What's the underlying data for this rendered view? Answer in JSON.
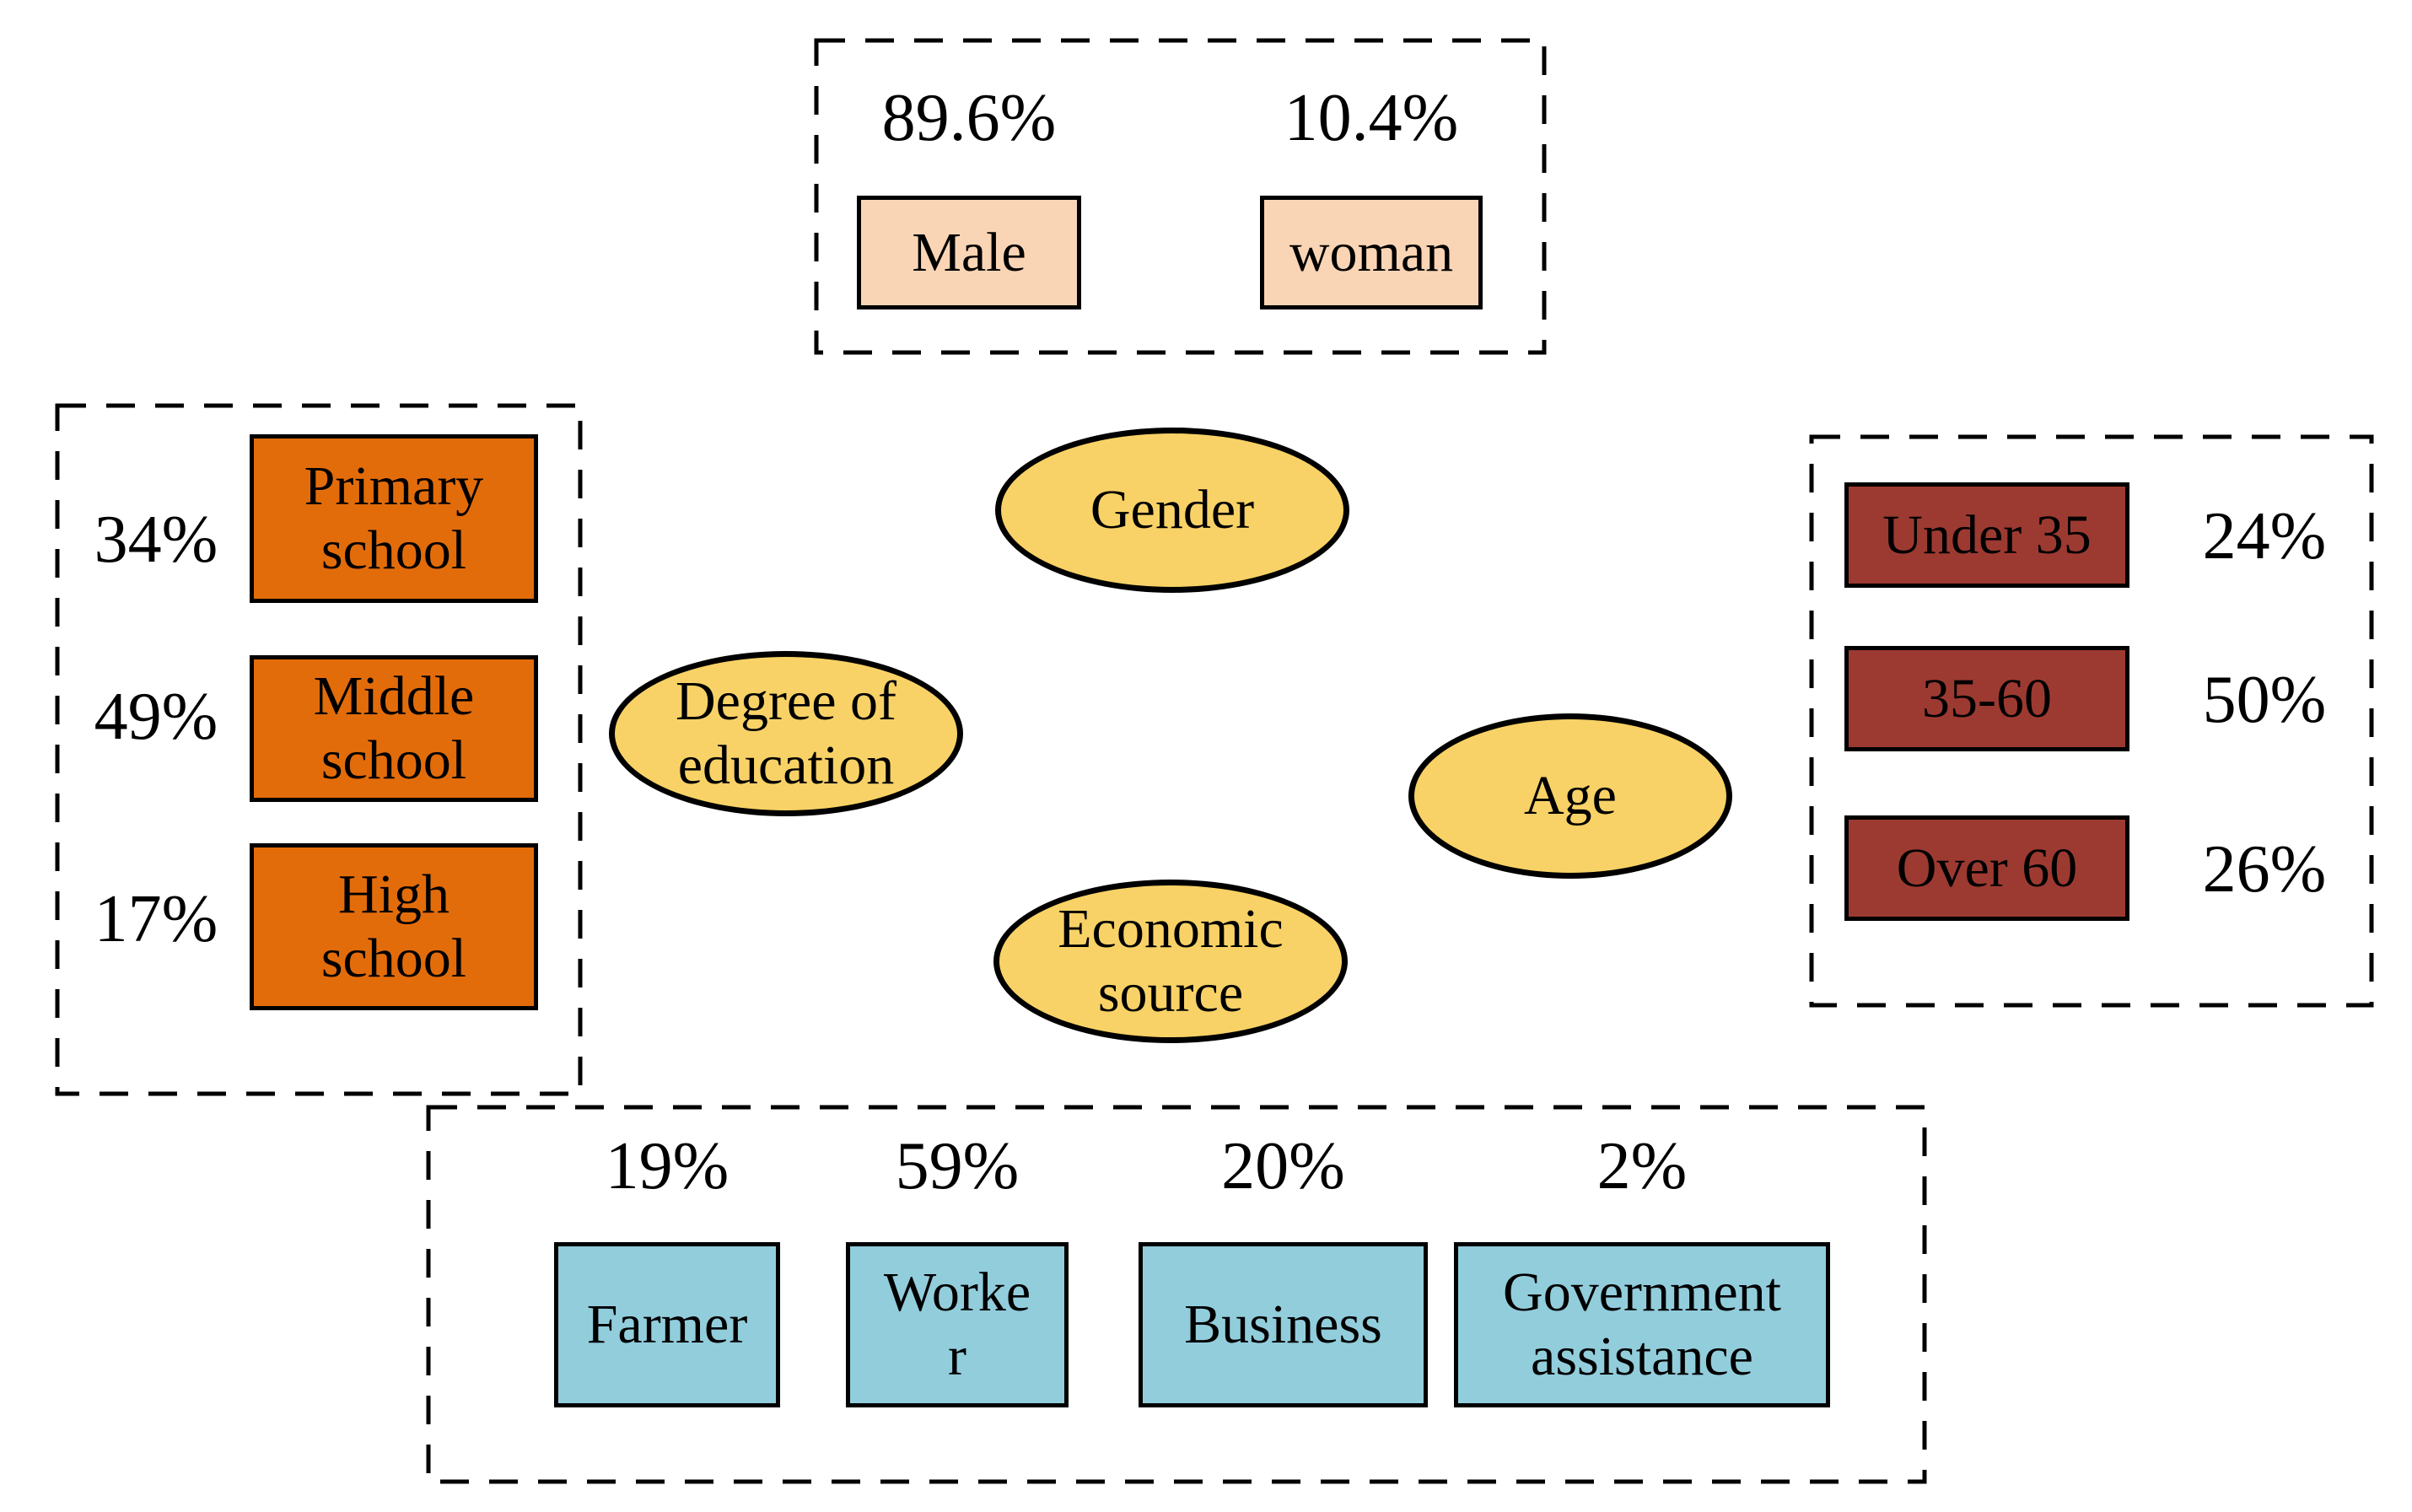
{
  "colors": {
    "background": "#FFFFFF",
    "border": "#000000",
    "ellipse_fill": "#F8D266",
    "gender_box_fill": "#FAD5B5",
    "education_box_fill": "#E36C0A",
    "age_box_fill": "#9C3A31",
    "economic_box_fill": "#92CDDC"
  },
  "ellipses": {
    "gender": "Gender",
    "education": "Degree of\neducation",
    "age": "Age",
    "economic": "Economic\nsource"
  },
  "gender_group": {
    "items": [
      {
        "pct": "89.6%",
        "label": "Male"
      },
      {
        "pct": "10.4%",
        "label": "woman"
      }
    ]
  },
  "education_group": {
    "items": [
      {
        "pct": "34%",
        "label": "Primary\nschool"
      },
      {
        "pct": "49%",
        "label": "Middle\nschool"
      },
      {
        "pct": "17%",
        "label": "High\nschool"
      }
    ]
  },
  "age_group": {
    "items": [
      {
        "label": "Under 35",
        "pct": "24%"
      },
      {
        "label": "35-60",
        "pct": "50%"
      },
      {
        "label": "Over 60",
        "pct": "26%"
      }
    ]
  },
  "economic_group": {
    "items": [
      {
        "pct": "19%",
        "label": "Farmer"
      },
      {
        "pct": "59%",
        "label": "Worke\nr"
      },
      {
        "pct": "20%",
        "label": "Business"
      },
      {
        "pct": "2%",
        "label": "Government\nassistance"
      }
    ]
  }
}
